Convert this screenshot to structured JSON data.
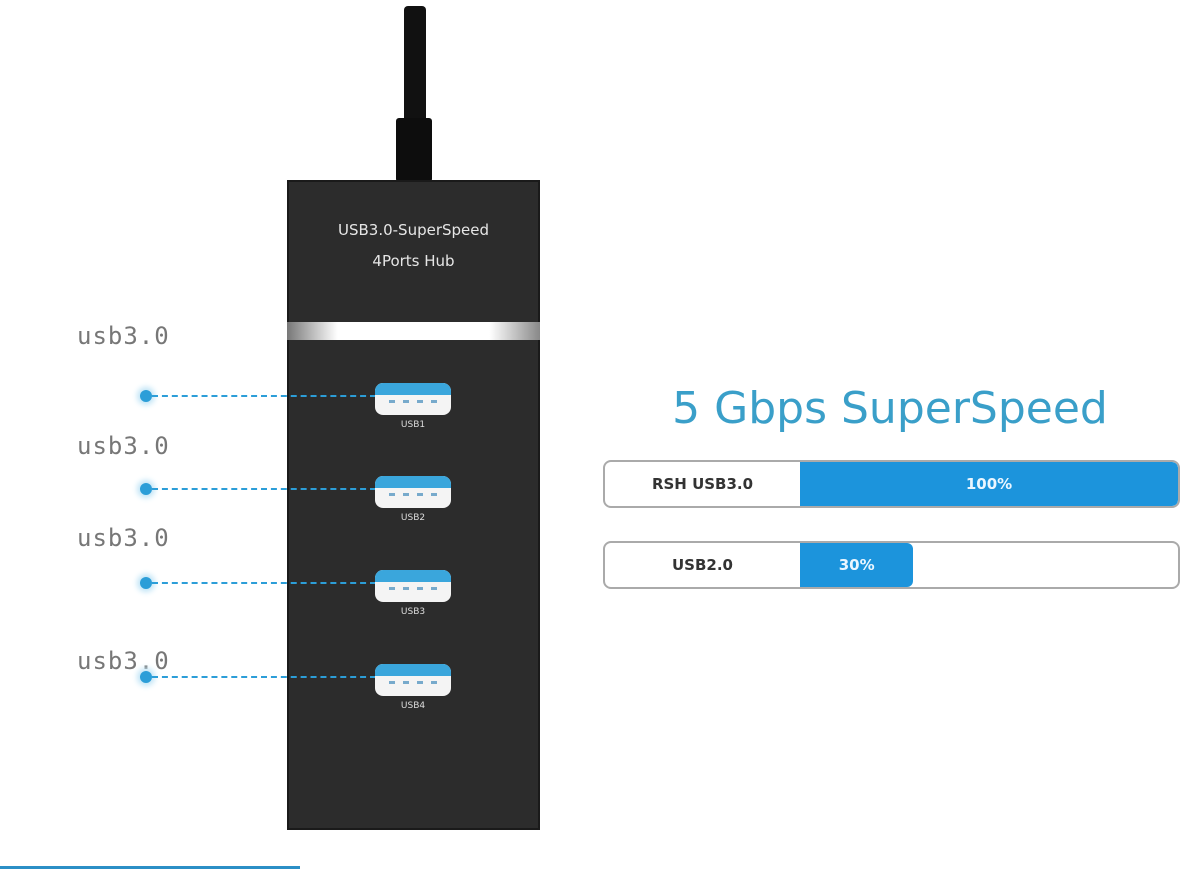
{
  "hub": {
    "line1": "USB3.0-SuperSpeed",
    "line2": "4Ports Hub"
  },
  "ports": [
    {
      "label": "USB1",
      "side_label": "usb3.0"
    },
    {
      "label": "USB2",
      "side_label": "usb3.0"
    },
    {
      "label": "USB3",
      "side_label": "usb3.0"
    },
    {
      "label": "USB4",
      "side_label": "usb3.0"
    }
  ],
  "title": "5 Gbps SuperSpeed",
  "bars": [
    {
      "label": "RSH  USB3.0",
      "value_text": "100%",
      "percent": 100
    },
    {
      "label": "USB2.0",
      "value_text": "30%",
      "percent": 30
    }
  ],
  "colors": {
    "accent": "#1c94dc",
    "title": "#3a9fc9",
    "hub": "#2c2c2c"
  }
}
